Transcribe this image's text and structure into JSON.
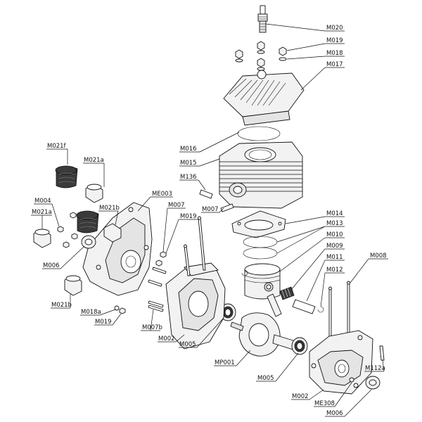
{
  "labels": {
    "M020": "M020",
    "M019_top": "M019",
    "M018": "M018",
    "M017": "M017",
    "M016": "M016",
    "M015": "M015",
    "M136": "M136",
    "M021f": "M021f",
    "M021a_top": "M021a",
    "ME003": "ME003",
    "M004": "M004",
    "M021a_left": "M021a",
    "M021b_top": "M021b",
    "M007_left": "M007",
    "M007_mid": "M007",
    "M019_mid": "M019",
    "M014": "M014",
    "M013": "M013",
    "M010": "M010",
    "M009": "M009",
    "M011": "M011",
    "M012": "M012",
    "M008": "M008",
    "M006_left": "M006",
    "M021b_bottom": "M021b",
    "M018a": "M018a",
    "M019_bottom": "M019",
    "M007b": "M007b",
    "M002_left": "M002",
    "M005_left": "M005",
    "MP001": "MP001",
    "M005_right": "M005",
    "M112a": "M112a",
    "M002_right": "M002",
    "ME308": "ME308",
    "M006_right": "M006"
  }
}
